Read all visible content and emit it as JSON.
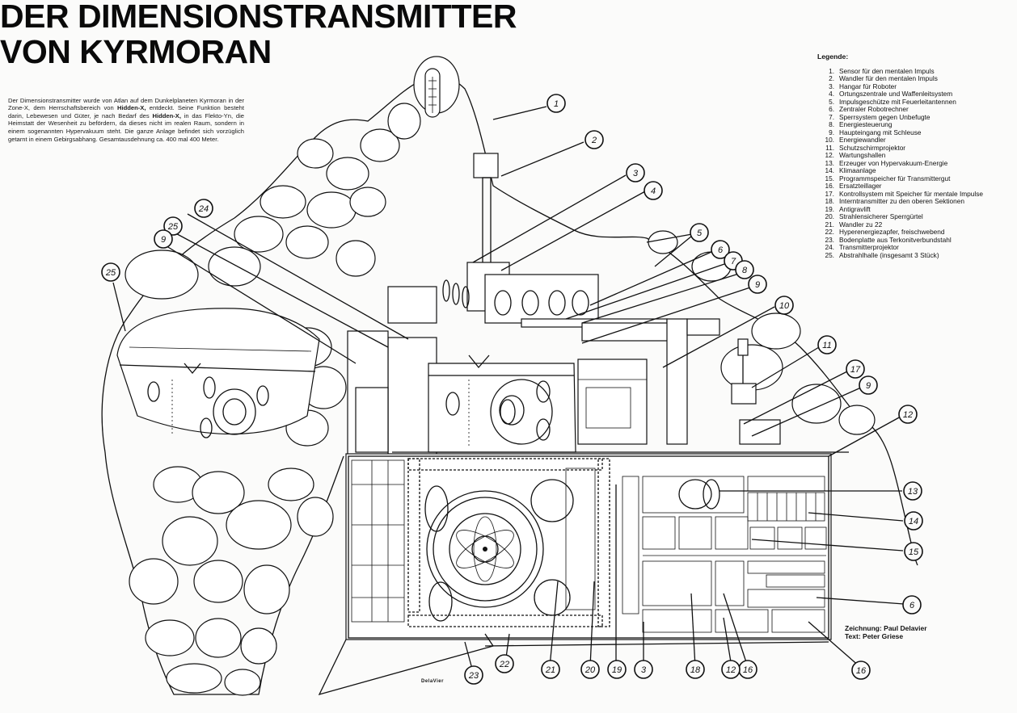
{
  "header": {
    "title_line1": "DER DIMENSIONSTRANSMITTER",
    "title_line2": "VON KYRMORAN"
  },
  "intro": {
    "part1": "Der Dimensionstransmitter wurde von Atlan auf dem Dunkelplaneten Kyrmoran in der Zone-X, dem Herrschaftsbereich von ",
    "bold1": "Hidden-X,",
    "part2": " entdeckt. Seine Funktion besteht darin, Lebewesen und Güter, je nach Bedarf des ",
    "bold2": "Hidden-X,",
    "part3": " in das Flekto-Yn, die Heimstatt der Wesenheit zu befördern, da dieses nicht im realen Raum, sondern in einem sogenannten Hypervakuum steht. Die ganze Anlage befindet sich vorzüglich getarnt in einem Gebirgsabhang. Gesamtausdehnung ca. 400 mal 400 Meter."
  },
  "legend": {
    "title": "Legende:",
    "items": [
      {
        "num": "1.",
        "label": "Sensor für den mentalen Impuls"
      },
      {
        "num": "2.",
        "label": "Wandler für den mentalen Impuls"
      },
      {
        "num": "3.",
        "label": "Hangar für Roboter"
      },
      {
        "num": "4.",
        "label": "Ortungszentrale und Waffenleitsystem"
      },
      {
        "num": "5.",
        "label": "Impulsgeschütze mit Feuerleitantennen"
      },
      {
        "num": "6.",
        "label": "Zentraler Robotrechner"
      },
      {
        "num": "7.",
        "label": "Sperrsystem gegen Unbefugte"
      },
      {
        "num": "8.",
        "label": "Energiesteuerung"
      },
      {
        "num": "9.",
        "label": "Haupteingang mit Schleuse"
      },
      {
        "num": "10.",
        "label": "Energiewandler"
      },
      {
        "num": "11.",
        "label": "Schutzschirmprojektor"
      },
      {
        "num": "12.",
        "label": "Wartungshallen"
      },
      {
        "num": "13.",
        "label": "Erzeuger von Hypervakuum-Energie"
      },
      {
        "num": "14.",
        "label": "Klimaanlage"
      },
      {
        "num": "15.",
        "label": "Programmspeicher für Transmittergut"
      },
      {
        "num": "16.",
        "label": "Ersatzteillager"
      },
      {
        "num": "17.",
        "label": "Kontrollsystem mit Speicher für mentale Impulse"
      },
      {
        "num": "18.",
        "label": "Interntransmitter zu den oberen Sektionen"
      },
      {
        "num": "19.",
        "label": "Antigravlift"
      },
      {
        "num": "20.",
        "label": "Strahlensicherer Sperrgürtel"
      },
      {
        "num": "21.",
        "label": "Wandler zu 22"
      },
      {
        "num": "22.",
        "label": "Hyperenergiezapfer, freischwebend"
      },
      {
        "num": "23.",
        "label": "Bodenplatte aus Terkonitverbundstahl"
      },
      {
        "num": "24.",
        "label": "Transmitterprojektor"
      },
      {
        "num": "25.",
        "label": "Abstrahlhalle (insgesamt 3 Stück)"
      }
    ]
  },
  "callouts": [
    {
      "label": "1"
    },
    {
      "label": "2"
    },
    {
      "label": "3"
    },
    {
      "label": "4"
    },
    {
      "label": "5"
    },
    {
      "label": "6"
    },
    {
      "label": "7"
    },
    {
      "label": "8"
    },
    {
      "label": "9"
    },
    {
      "label": "10"
    },
    {
      "label": "11"
    },
    {
      "label": "17"
    },
    {
      "label": "9"
    },
    {
      "label": "12"
    },
    {
      "label": "13"
    },
    {
      "label": "14"
    },
    {
      "label": "15"
    },
    {
      "label": "6"
    },
    {
      "label": "16"
    },
    {
      "label": "16"
    },
    {
      "label": "12"
    },
    {
      "label": "18"
    },
    {
      "label": "3"
    },
    {
      "label": "19"
    },
    {
      "label": "20"
    },
    {
      "label": "21"
    },
    {
      "label": "22"
    },
    {
      "label": "23"
    },
    {
      "label": "24"
    },
    {
      "label": "25"
    },
    {
      "label": "9"
    },
    {
      "label": "25"
    }
  ],
  "credits": {
    "drawing": "Zeichnung: Paul Delavier",
    "text": "Text: Peter Griese"
  },
  "signature": "DelaVier"
}
